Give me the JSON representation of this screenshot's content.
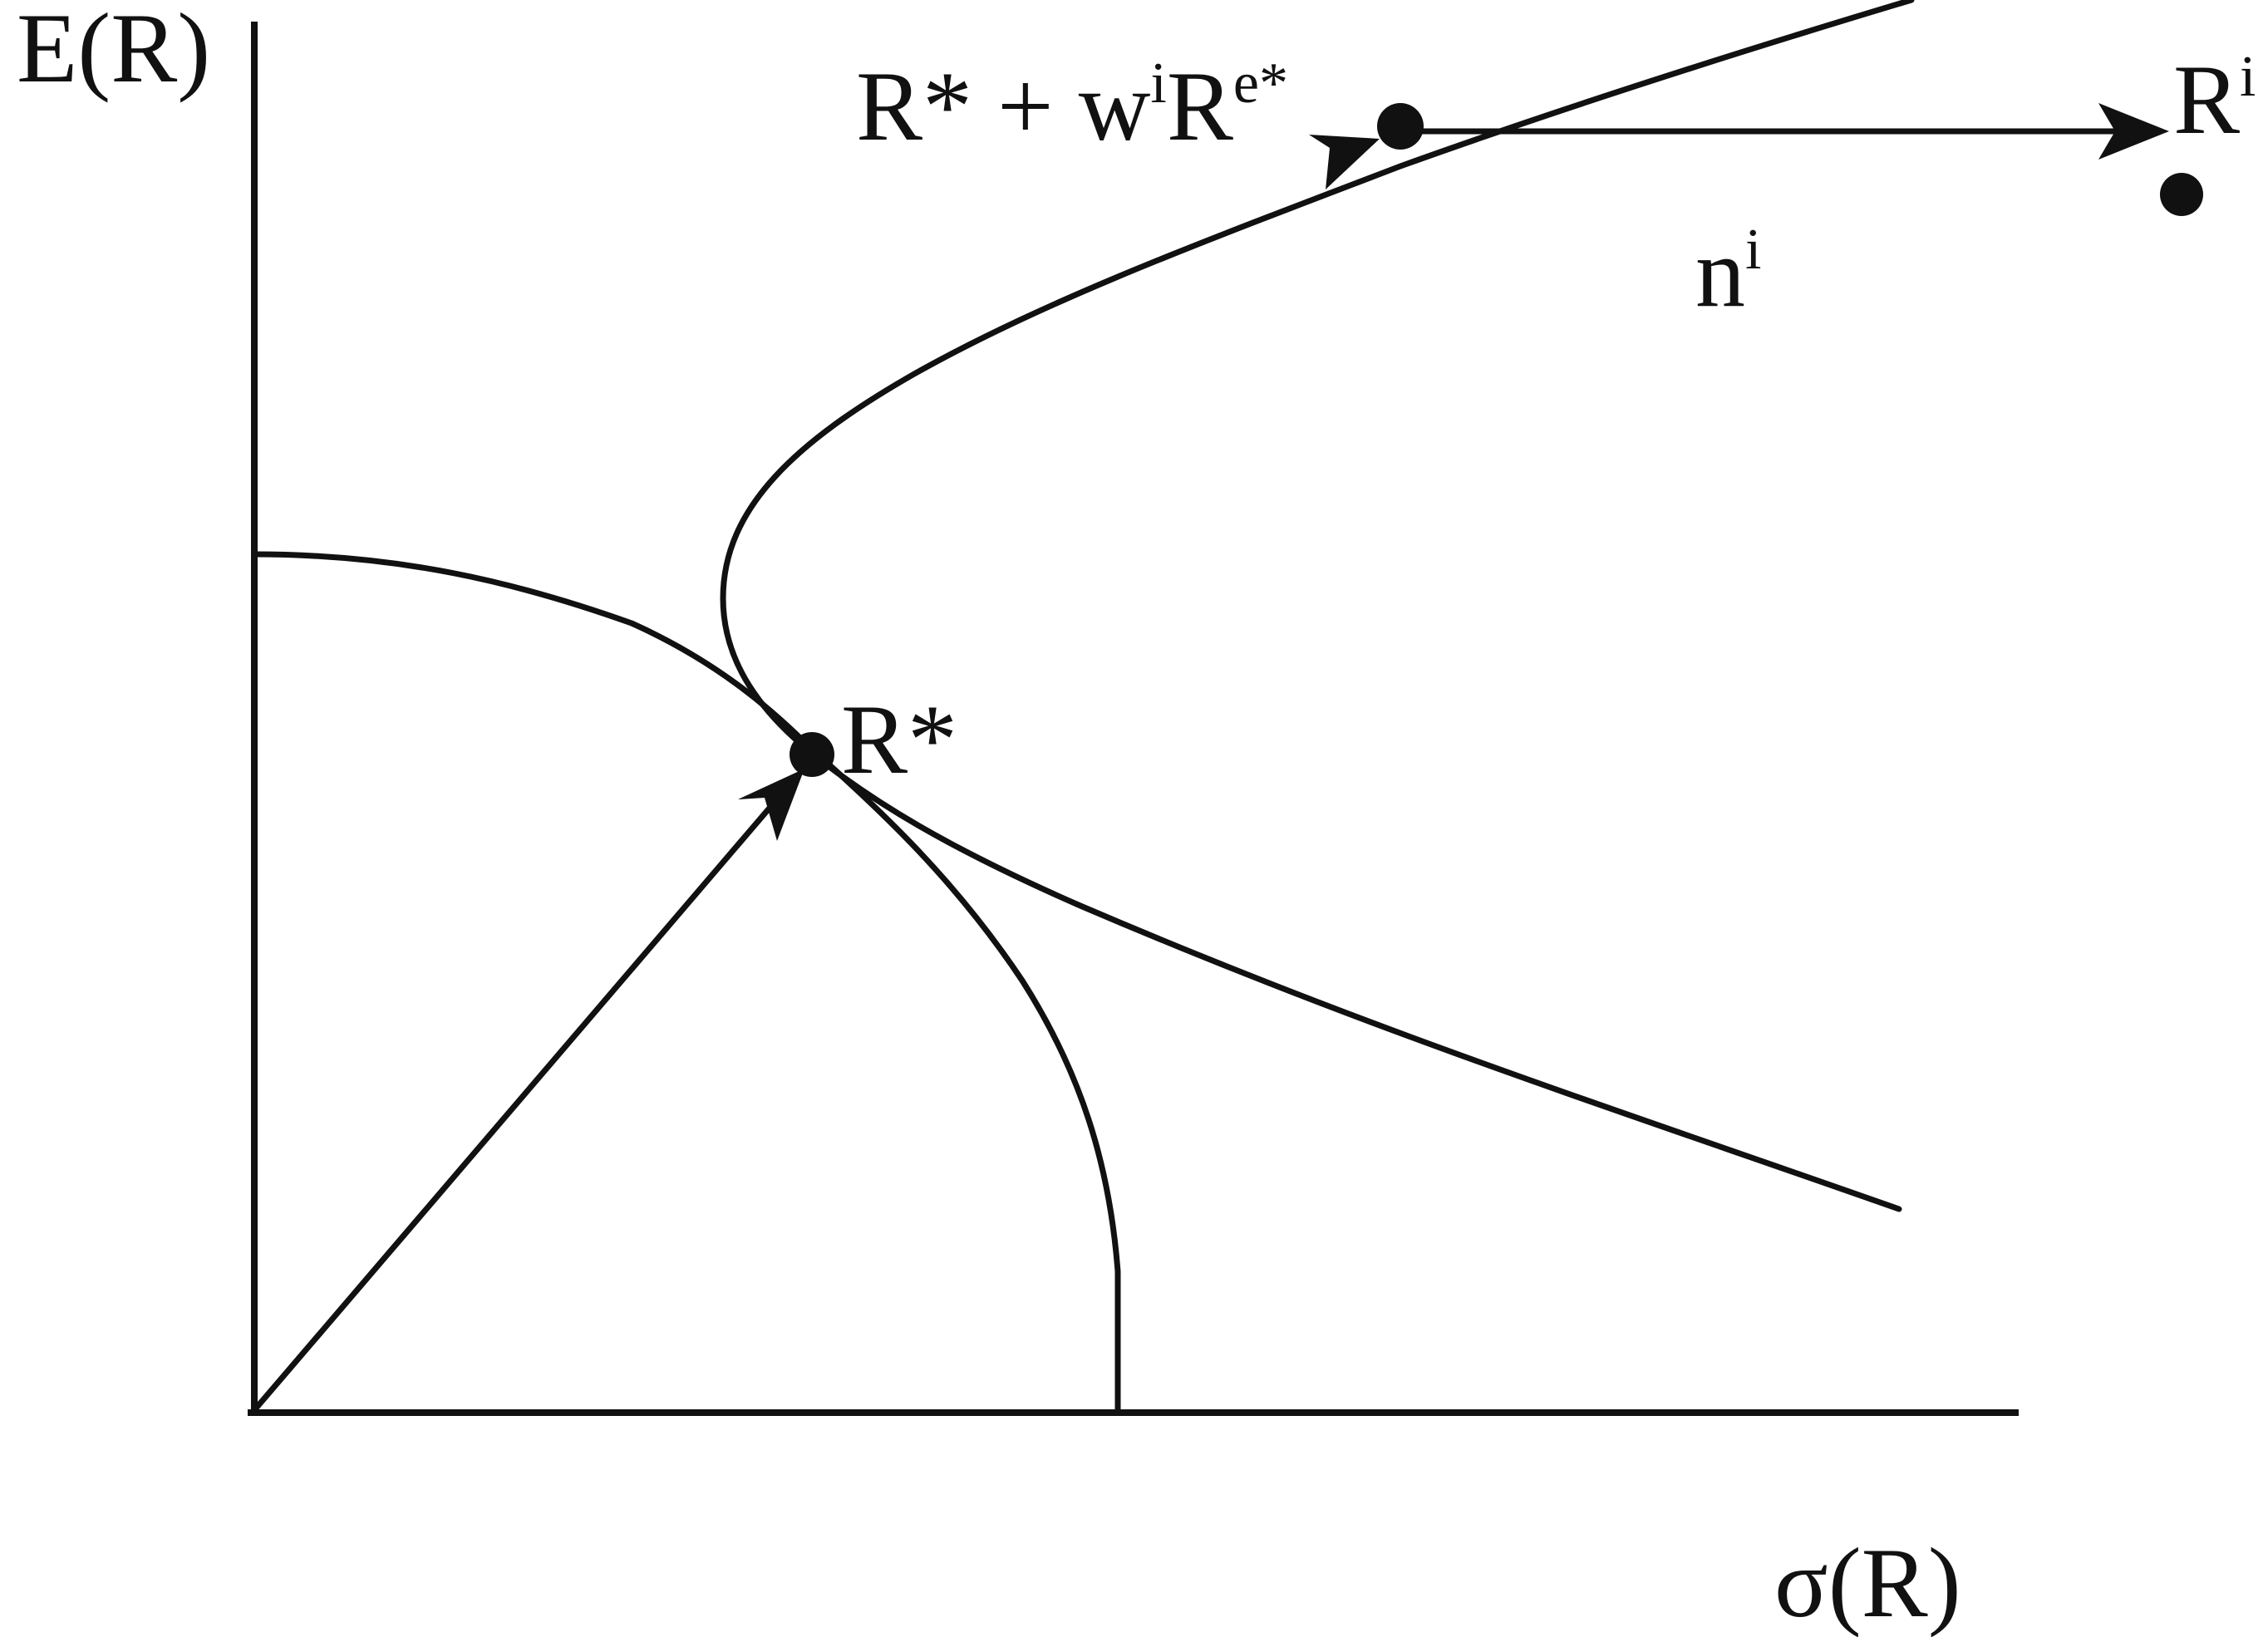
{
  "axes": {
    "y_label": "E(R)",
    "x_label": "σ(R)"
  },
  "points": {
    "r_star": {
      "label": "R*"
    },
    "shifted": {
      "label_base": "R* + w",
      "label_sup1": "i",
      "label_mid": "R",
      "label_sup2": "e*"
    },
    "r_i": {
      "label_base": "R",
      "label_sup": "i"
    }
  },
  "arrows": {
    "n_i": {
      "label_base": "n",
      "label_sup": "i"
    }
  },
  "colors": {
    "ink": "#111111",
    "background": "#ffffff"
  }
}
